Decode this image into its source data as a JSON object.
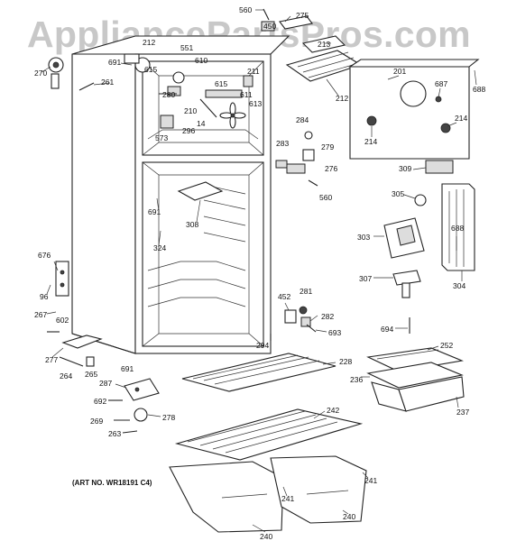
{
  "watermark": "AppliancePartsPros.com",
  "art_number": "(ART NO. WR18191 C4)",
  "part_labels": [
    "560",
    "275",
    "450",
    "213",
    "212",
    "201",
    "688",
    "687",
    "214",
    "212",
    "551",
    "610",
    "270",
    "691",
    "615",
    "261",
    "211",
    "280",
    "615",
    "611",
    "613",
    "210",
    "296",
    "573",
    "14",
    "284",
    "283",
    "279",
    "276",
    "560",
    "214",
    "309",
    "305",
    "303",
    "688",
    "691",
    "308",
    "324",
    "307",
    "304",
    "676",
    "96",
    "267",
    "602",
    "452",
    "281",
    "282",
    "693",
    "294",
    "694",
    "252",
    "277",
    "264",
    "265",
    "691",
    "228",
    "236",
    "237",
    "287",
    "692",
    "278",
    "269",
    "263",
    "242",
    "241",
    "241",
    "240",
    "240"
  ]
}
